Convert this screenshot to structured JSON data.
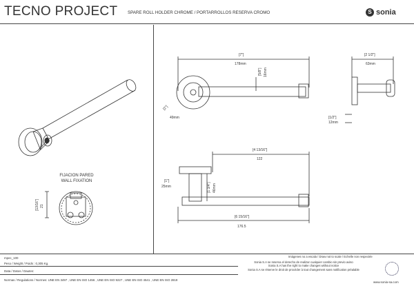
{
  "header": {
    "title": "TECNO PROJECT",
    "subtitle": "SPARE ROLL HOLDER CHROME / PORTARROLLOS RESERVA CROMO",
    "brand": "sonia"
  },
  "views": {
    "front": {
      "width_in": "[7\"]",
      "width_mm": "178mm",
      "dia_in": "[5/8\"]",
      "dia_mm": "16mm",
      "angle_in": "[2\"]",
      "angle_mm": "49mm"
    },
    "side": {
      "depth_in": "[2 1/2\"]",
      "depth_mm": "63mm",
      "h_in": "[1/2\"]",
      "h_mm": "12mm"
    },
    "top": {
      "len_in": "[4 13/16\"]",
      "len_mm": "122",
      "base_in": "[1\"]",
      "base_mm": "25mm",
      "proj_in": "[1 3/4\"]",
      "proj_mm": "46mm",
      "total_in": "[6 15/16\"]",
      "total_mm": "176.5"
    },
    "fixation": {
      "title_es": "FIJACION PARED",
      "title_en": "WALL FIXATION",
      "dim_in": "[13/16\"]",
      "dim_mm": "21"
    }
  },
  "footer": {
    "code": "mpec_100",
    "weight": "Peso / Weight / Poids : 0,305 Kg.",
    "date": "Data / Datos / Dautes:",
    "norms": "Normas / Regulations / Normes: UNE EN 3497 , UNE EN ISO 1456 , UNE EN ISO 9227 , UNE EN ISO 4541 , UNE EN ISO 2819",
    "scale_note": "Imágenes no a escala / Draw not to scale / Echelle non respectée",
    "disclaimer_1": "Sonia S.A se reserva el derecho de realizar cualquier cambio sin previo aviso",
    "disclaimer_2": "Sonia S.A has the right to make changes without notice",
    "disclaimer_3": "Sonia S.A se réserve le droit de procéder à tout changement sans notification préalable",
    "url": "www.sonia-sa.com"
  },
  "colors": {
    "line": "#333333",
    "rule": "#444444"
  }
}
